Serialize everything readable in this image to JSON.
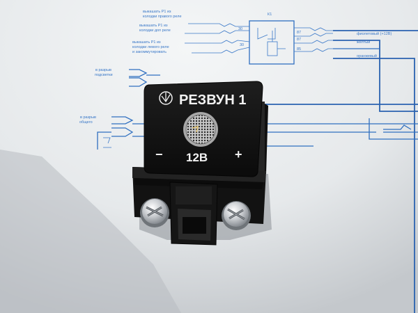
{
  "device": {
    "title": "РЕЗВУН 1",
    "minus": "−",
    "voltage": "12В",
    "plus": "+"
  },
  "diagram": {
    "ic_label": "К1",
    "left_labels": [
      [
        "выкашать Р1 из",
        "колодки правого реле"
      ],
      [
        "выкашать Р1 из",
        "колодки доп реле"
      ],
      [
        "выкашать Р1 из",
        "колодки левого реле",
        "и закоммутировать"
      ]
    ],
    "pin_labels": [
      "30",
      "30",
      "87",
      "87",
      "85"
    ],
    "right_labels": [
      "фиолетовый (+12В)",
      "желтый",
      "оранжевый"
    ],
    "side_labels": [
      [
        "в разрыв",
        "подсветки"
      ],
      [
        "в разрыв",
        "общего"
      ]
    ]
  },
  "colors": {
    "diagram_ink": "#2f6fc0",
    "module_body": "#141414",
    "module_text": "#f2f2f2"
  },
  "icons": [
    "relay-logo-icon",
    "speaker-grille-icon",
    "screw-icon"
  ]
}
